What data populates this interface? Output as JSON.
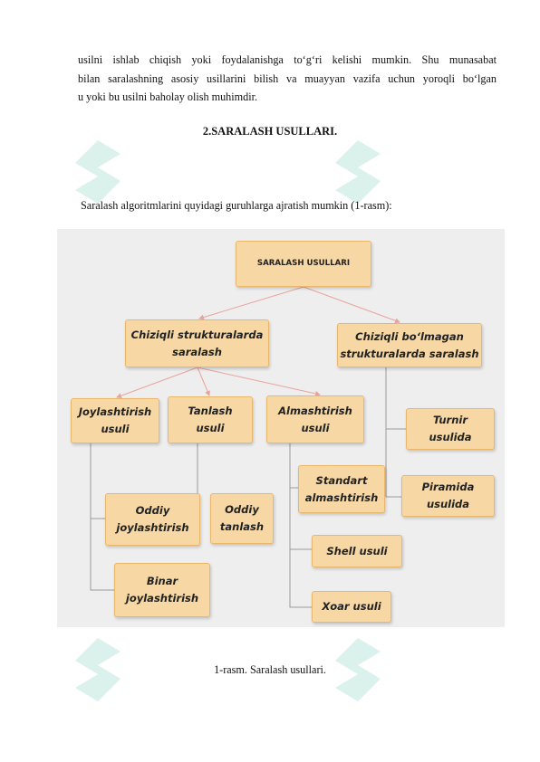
{
  "page": {
    "paragraph_lines": [
      "usilni ishlab chiqish yoki foydalanishga to‘g‘ri kelishi mumkin. Shu munasabat",
      "bilan saralashning asosiy usillarini bilish va muayyan vazifa uchun yoroqli bo‘lgan",
      "u yoki bu usilni baholay olish muhimdir."
    ],
    "heading": "2.SARALASH USULLARI.",
    "intro": "Saralash algoritmlarini quyidagi guruhlarga ajratish mumkin (1-rasm):",
    "caption": "1-rasm. Saralash usullari."
  },
  "diagram": {
    "root": "SARALASH USULLARI",
    "linear": [
      "Chiziqli strukturalarda",
      "saralash"
    ],
    "nonlinear": [
      "Chiziqli bo‘lmagan",
      "strukturalarda saralash"
    ],
    "insertion": [
      "Joylashtirish",
      "usuli"
    ],
    "selection": [
      "Tanlash",
      "usuli"
    ],
    "exchange": [
      "Almashtirish",
      "usuli"
    ],
    "simple_insertion": [
      "Oddiy",
      "joylashtirish"
    ],
    "binary_insertion": [
      "Binar",
      "joylashtirish"
    ],
    "simple_selection": [
      "Oddiy",
      "tanlash"
    ],
    "standard_exchange": [
      "Standart",
      "almashtirish"
    ],
    "shell": "Shell usuli",
    "hoare": "Xoar usuli",
    "tournament": [
      "Turnir",
      "usulida"
    ],
    "pyramid": [
      "Piramida",
      "usulida"
    ]
  },
  "colors": {
    "node_fill": "#f7d8a5",
    "node_border": "#eab66c",
    "background": "#eeeeee",
    "connector": "#999999",
    "arrow": "#e8a49c",
    "watermark": "#0aa37f"
  }
}
